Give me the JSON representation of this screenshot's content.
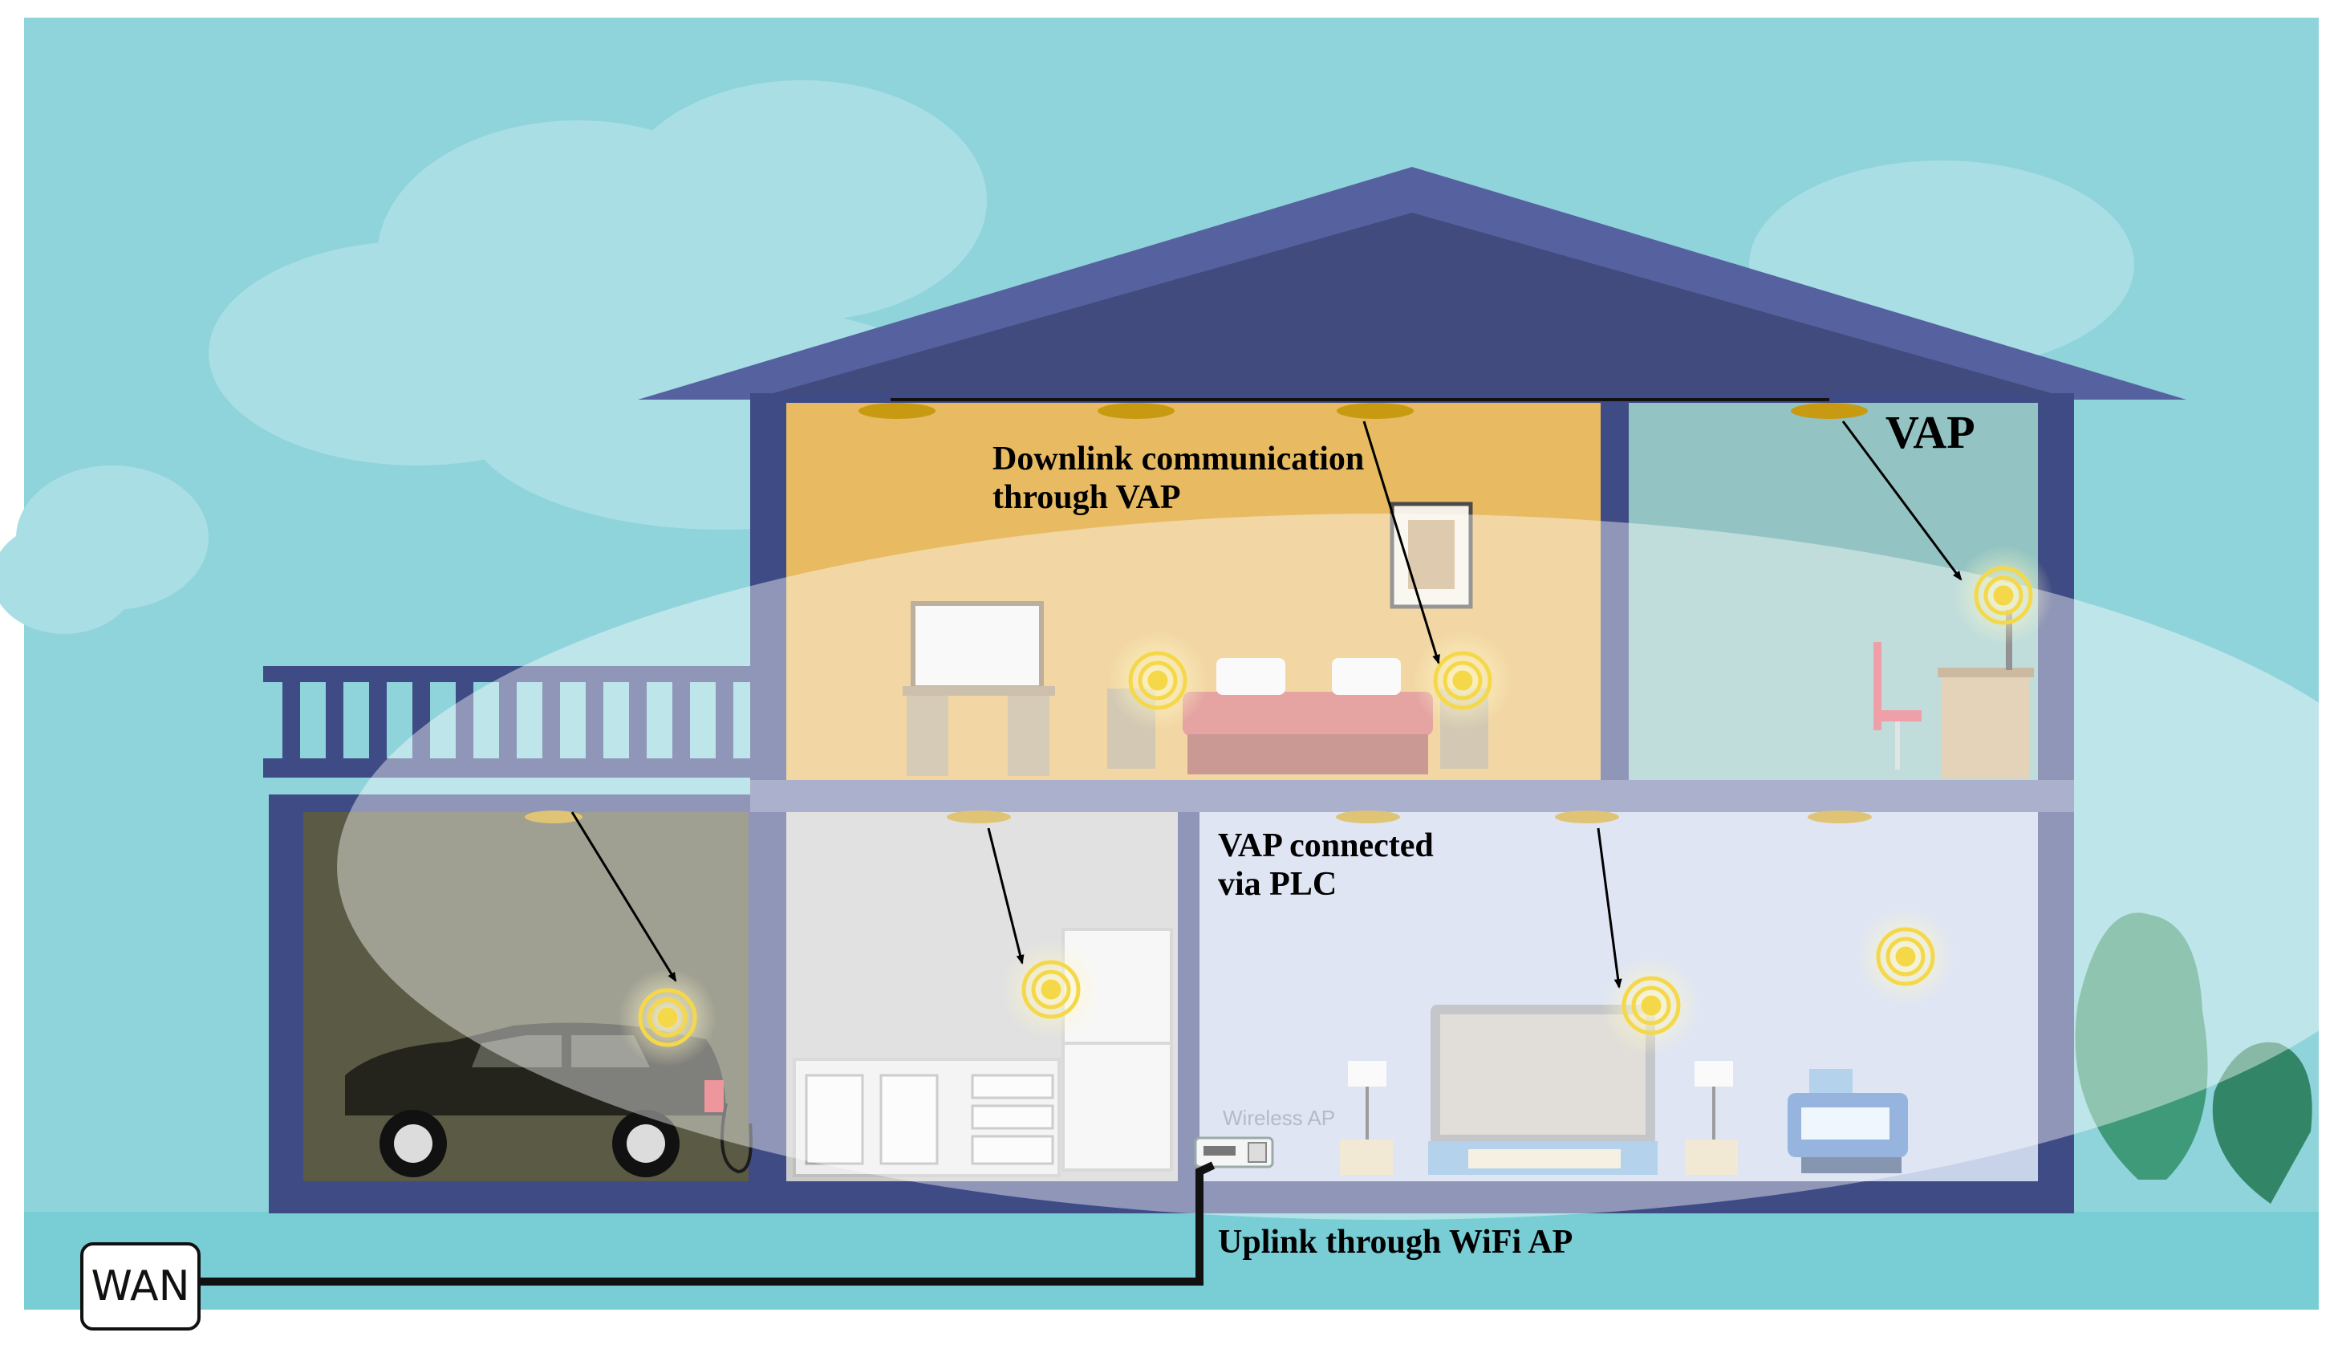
{
  "labels": {
    "downlink_line1": "Downlink communication",
    "downlink_line2": "through VAP",
    "vap": "VAP",
    "plc_line1": "VAP connected",
    "plc_line2": "via PLC",
    "uplink": "Uplink through WiFi AP",
    "wan": "WAN",
    "wireless_ap": "Wireless AP"
  },
  "colors": {
    "sky": "#8fd3db",
    "ground": "#79cdd4",
    "roof": "#4e5a9a",
    "wall_frame": "#3f4b85",
    "bedroom": "#e8bb62",
    "office": "#93c4c3",
    "garage": "#5b5a44",
    "kitchen": "#cbcbcb",
    "living": "#c8d3ea",
    "coverage": "#ffffff",
    "wifi_ring": "#f5d84a",
    "tree": "#3e9a78",
    "cable": "#111111"
  },
  "icons": [
    "car-icon",
    "wifi-signal-icon",
    "tree-icon",
    "bed-icon",
    "tv-icon",
    "armchair-icon",
    "fridge-icon",
    "wireless-ap-icon",
    "ceiling-light-icon"
  ]
}
